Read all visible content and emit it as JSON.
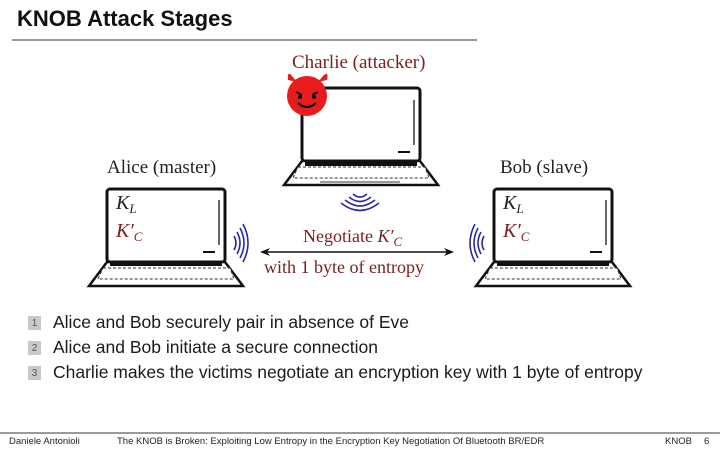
{
  "slide": {
    "title": "KNOB Attack Stages"
  },
  "diagram": {
    "charlie_label": "Charlie (attacker)",
    "alice_label": "Alice (master)",
    "bob_label": "Bob (slave)",
    "alice_keys": {
      "k_l": "K",
      "k_l_sub": "L",
      "k_c": "K′",
      "k_c_sub": "C"
    },
    "bob_keys": {
      "k_l": "K",
      "k_l_sub": "L",
      "k_c": "K′",
      "k_c_sub": "C"
    },
    "negotiate_line1_prefix": "Negotiate ",
    "negotiate_key": "K′",
    "negotiate_key_sub": "C",
    "negotiate_line2": "with 1 byte of entropy",
    "icons": {
      "attacker": "devil-face-icon",
      "laptop": "laptop-icon",
      "signal": "wireless-signal-icon",
      "arrow": "double-arrow-icon"
    },
    "colors": {
      "label_red": "#7a1f1f",
      "signal_blue": "#2a2aa0",
      "devil_red": "#e81c1c"
    }
  },
  "stages": [
    {
      "number": "1",
      "text": "Alice and Bob securely pair in absence of Eve"
    },
    {
      "number": "2",
      "text": "Alice and Bob initiate a secure connection"
    },
    {
      "number": "3",
      "text": "Charlie makes the victims negotiate an encryption key with 1 byte of entropy"
    }
  ],
  "footer": {
    "author": "Daniele Antonioli",
    "talk_title": "The KNOB is Broken: Exploiting Low Entropy in the Encryption Key Negotiation Of Bluetooth BR/EDR",
    "short_title": "KNOB",
    "page_number": "6"
  }
}
